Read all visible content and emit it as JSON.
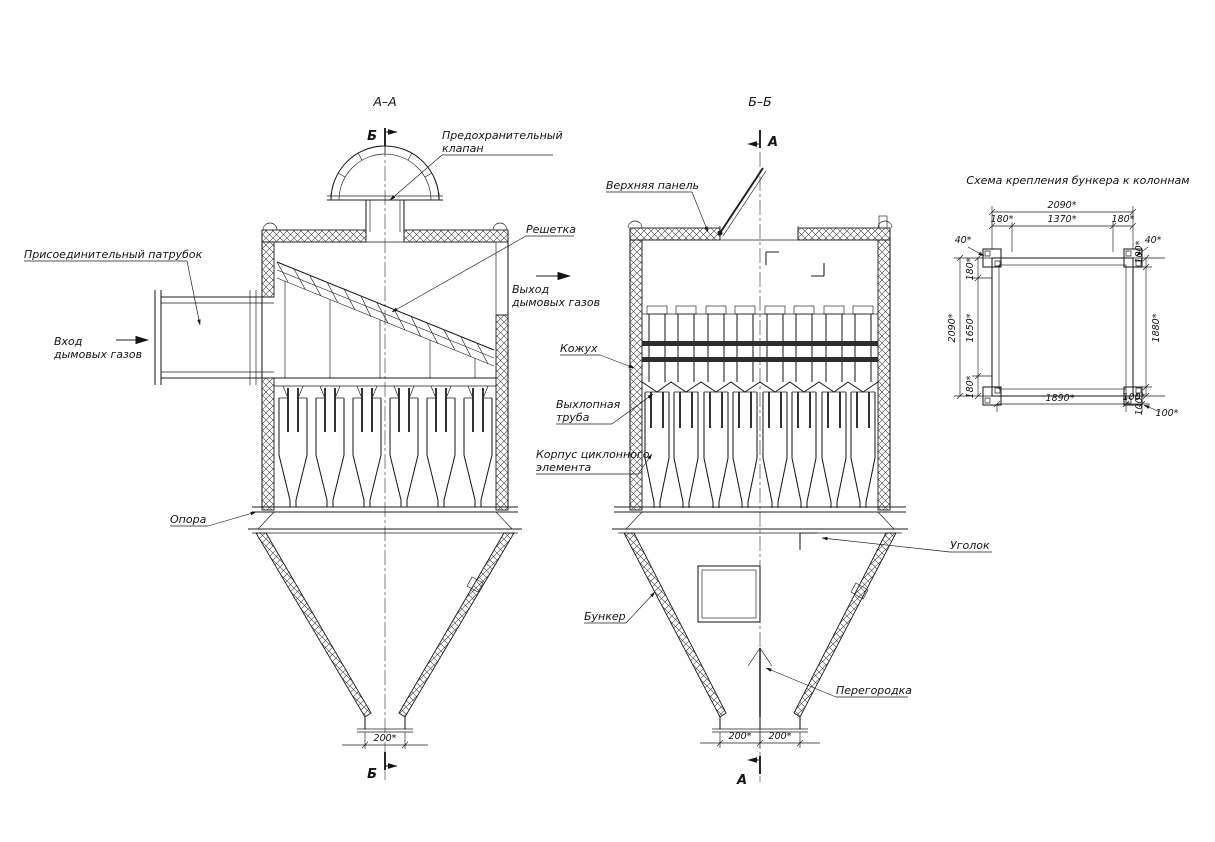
{
  "page": {
    "background": "#ffffff",
    "line_color": "#141414"
  },
  "view_aa": {
    "title": "А–А",
    "marker_top": "Б",
    "marker_bottom": "Б",
    "labels": {
      "safety_valve_1": "Предохранительный",
      "safety_valve_2": "клапан",
      "connection_pipe": "Присоединительный патрубок",
      "inlet_1": "Вход",
      "inlet_2": "дымовых газов",
      "grate": "Решетка",
      "outlet_1": "Выход",
      "outlet_2": "дымовых газов",
      "support": "Опора"
    },
    "dims": {
      "outlet_width": "200*"
    }
  },
  "view_bb": {
    "title": "Б–Б",
    "marker_top": "А",
    "marker_bottom": "А",
    "labels": {
      "top_panel": "Верхняя панель",
      "casing": "Кожух",
      "exhaust_pipe_1": "Выхлопная",
      "exhaust_pipe_2": "труба",
      "cyclone_body_1": "Корпус циклонного",
      "cyclone_body_2": "элемента",
      "angle": "Уголок",
      "hopper": "Бункер",
      "partition": "Перегородка"
    },
    "dims": {
      "outlet_left": "200*",
      "outlet_right": "200*"
    }
  },
  "scheme": {
    "title": "Схема крепления бункера к колоннам",
    "dims": {
      "top_overall": "2090*",
      "top_left": "180*",
      "top_center": "1370*",
      "top_right": "180*",
      "offset_top_left": "40*",
      "offset_top_right": "40*",
      "left_overall": "2090*",
      "left_top": "180*",
      "left_center": "1650*",
      "left_bottom": "180*",
      "right_top": "100*",
      "right_center": "1880*",
      "right_bottom": "100*",
      "bottom_center": "1890*",
      "bottom_right": "100*",
      "offset_bottom_right": "100*"
    }
  }
}
